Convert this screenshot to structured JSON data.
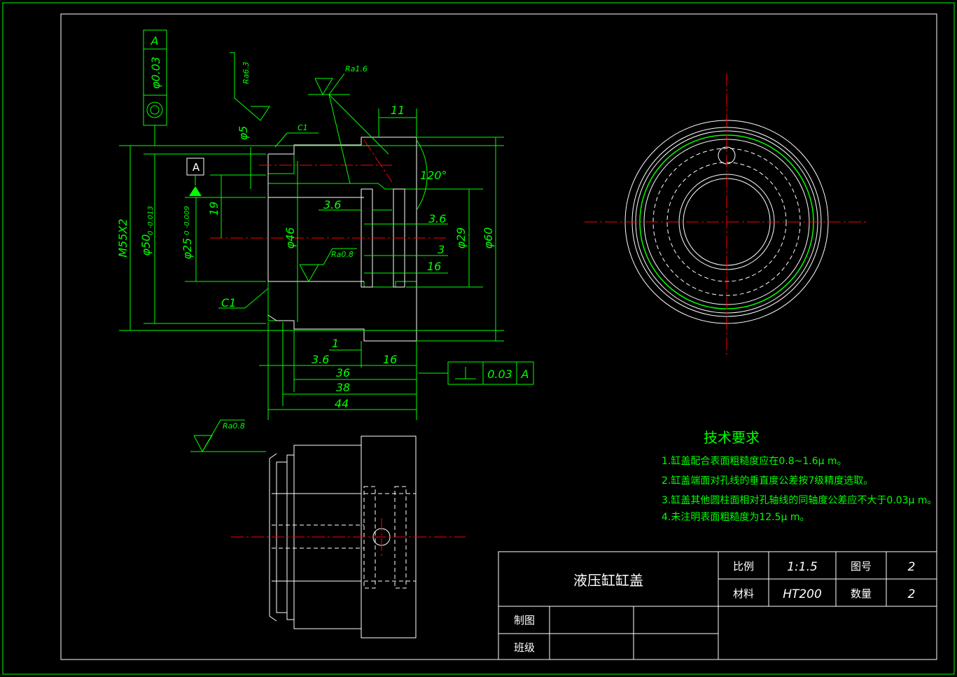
{
  "title_block": {
    "part_name": "液压缸缸盖",
    "scale_label": "比例",
    "scale_value": "1:1.5",
    "drawing_no_label": "图号",
    "drawing_no_value": "2",
    "material_label": "材料",
    "material_value": "HT200",
    "quantity_label": "数量",
    "quantity_value": "2",
    "drawn_by_label": "制图",
    "class_label": "班级"
  },
  "tech_requirements": {
    "heading": "技术要求",
    "items": [
      "1.缸盖配合表面粗糙度应在0.8~1.6μ m。",
      "2.缸盖端面对孔线的垂直度公差按7级精度选取。",
      "3.缸盖其他圆柱面相对孔轴线的同轴度公差应不大于0.03μ m。",
      "4.未注明表面粗糙度为12.5μ m。"
    ]
  },
  "dimensions": {
    "d11": "11",
    "ra63": "Ra6.3",
    "ra16": "Ra1.6",
    "ra08a": "Ra0.8",
    "ra08b": "Ra0.8",
    "c1a": "C1",
    "c1b": "C1",
    "phi5": "φ5",
    "angle120": "120°",
    "d36a": "3.6",
    "d36b": "3.6",
    "d36c": "3.6",
    "d3": "3",
    "d16a": "16",
    "d16b": "16",
    "d19": "19",
    "phi46": "φ46",
    "phi29": "φ29",
    "phi60": "φ60",
    "m55": "M55X2",
    "phi50": "φ50",
    "phi50_tol": "0 -0.013",
    "phi25": "φ25",
    "phi25_tol": "0 -0.009",
    "d1": "1",
    "d36": "36",
    "d38": "38",
    "d44": "44",
    "datum": "A"
  },
  "tolerances": {
    "coaxial_value": "φ0.03",
    "coaxial_datum": "A",
    "perp_value": "0.03",
    "perp_datum": "A"
  }
}
